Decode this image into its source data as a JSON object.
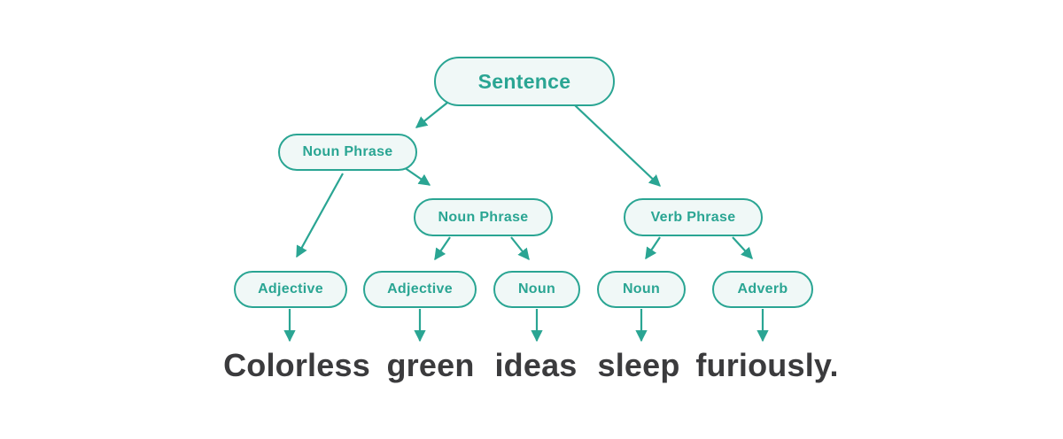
{
  "diagram": {
    "type": "syntax-tree",
    "nodes": {
      "sentence": "Sentence",
      "noun_phrase_1": "Noun Phrase",
      "noun_phrase_2": "Noun Phrase",
      "verb_phrase": "Verb Phrase",
      "adjective_1": "Adjective",
      "adjective_2": "Adjective",
      "noun_1": "Noun",
      "noun_2": "Noun",
      "adverb": "Adverb"
    },
    "edges": [
      {
        "from": "sentence",
        "to": "noun_phrase_1"
      },
      {
        "from": "sentence",
        "to": "verb_phrase"
      },
      {
        "from": "noun_phrase_1",
        "to": "adjective_1"
      },
      {
        "from": "noun_phrase_1",
        "to": "noun_phrase_2"
      },
      {
        "from": "noun_phrase_2",
        "to": "adjective_2"
      },
      {
        "from": "noun_phrase_2",
        "to": "noun_1"
      },
      {
        "from": "verb_phrase",
        "to": "noun_2"
      },
      {
        "from": "verb_phrase",
        "to": "adverb"
      },
      {
        "from": "adjective_1",
        "to": "word_1"
      },
      {
        "from": "adjective_2",
        "to": "word_2"
      },
      {
        "from": "noun_1",
        "to": "word_3"
      },
      {
        "from": "noun_2",
        "to": "word_4"
      },
      {
        "from": "adverb",
        "to": "word_5"
      }
    ],
    "sentence_words": {
      "word_1": "Colorless",
      "word_2": "green",
      "word_3": "ideas",
      "word_4": "sleep",
      "word_5": "furiously."
    },
    "colors": {
      "accent": "#2AA593",
      "node_fill": "#F0F8F7",
      "word_text": "#3B3B3D",
      "background": "#FFFFFF"
    }
  }
}
